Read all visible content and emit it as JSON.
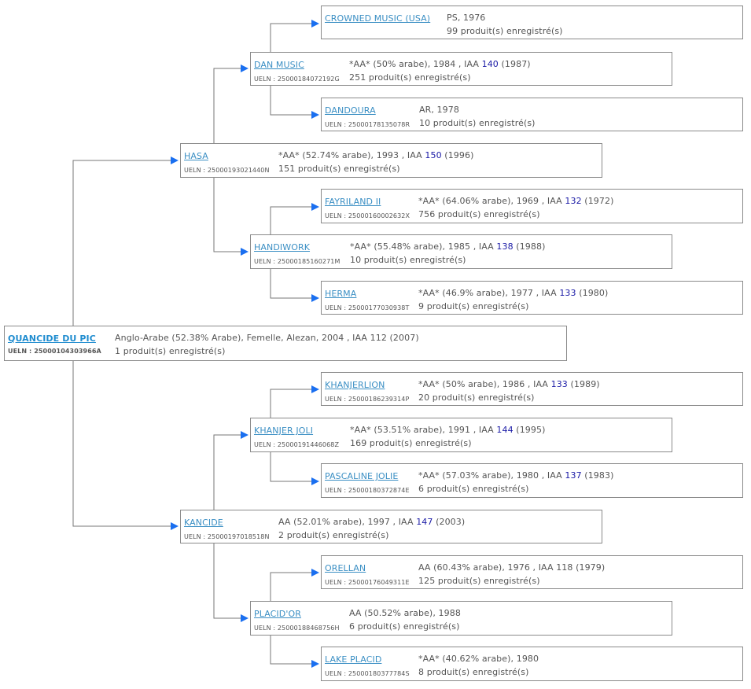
{
  "root": {
    "name": "QUANCIDE DU PIC",
    "ueln": "UELN : 25000104303966A",
    "desc": "Anglo-Arabe (52.38% Arabe), Femelle, Alezan, 2004 , IAA 112 (2007)",
    "products": "1 produit(s) enregistré(s)"
  },
  "hasa": {
    "name": "HASA",
    "ueln": "UELN : 25000193021440N",
    "desc_pre": "*AA* (52.74% arabe), 1993 , IAA ",
    "iaa": "150",
    "desc_post": " (1996)",
    "products": "151 produit(s) enregistré(s)"
  },
  "dan_music": {
    "name": "DAN MUSIC",
    "ueln": "UELN : 25000184072192G",
    "desc_pre": "*AA* (50% arabe), 1984 , IAA ",
    "iaa": "140",
    "desc_post": " (1987)",
    "products": "251 produit(s) enregistré(s)"
  },
  "crowned_music": {
    "name": "CROWNED MUSIC (USA)",
    "ueln": "",
    "desc_pre": "PS, 1976",
    "iaa": "",
    "desc_post": "",
    "products": "99 produit(s) enregistré(s)"
  },
  "dandoura": {
    "name": "DANDOURA",
    "ueln": "UELN : 25000178135078R",
    "desc_pre": "AR, 1978",
    "iaa": "",
    "desc_post": "",
    "products": "10 produit(s) enregistré(s)"
  },
  "handiwork": {
    "name": "HANDIWORK",
    "ueln": "UELN : 25000185160271M",
    "desc_pre": "*AA* (55.48% arabe), 1985 , IAA ",
    "iaa": "138",
    "desc_post": " (1988)",
    "products": "10 produit(s) enregistré(s)"
  },
  "fayriland": {
    "name": "FAYRILAND II",
    "ueln": "UELN : 25000160002632X",
    "desc_pre": "*AA* (64.06% arabe), 1969 , IAA ",
    "iaa": "132",
    "desc_post": " (1972)",
    "products": "756 produit(s) enregistré(s)"
  },
  "herma": {
    "name": "HERMA",
    "ueln": "UELN : 25000177030938T",
    "desc_pre": "*AA* (46.9% arabe), 1977 , IAA ",
    "iaa": "133",
    "desc_post": " (1980)",
    "products": "9 produit(s) enregistré(s)"
  },
  "kancide": {
    "name": "KANCIDE",
    "ueln": "UELN : 25000197018518N",
    "desc_pre": "AA (52.01% arabe), 1997 , IAA ",
    "iaa": "147",
    "desc_post": " (2003)",
    "products": "2 produit(s) enregistré(s)"
  },
  "khanjer_joli": {
    "name": "KHANJER JOLI",
    "ueln": "UELN : 25000191446068Z",
    "desc_pre": "*AA* (53.51% arabe), 1991 , IAA ",
    "iaa": "144",
    "desc_post": " (1995)",
    "products": "169 produit(s) enregistré(s)"
  },
  "khanjerlion": {
    "name": "KHANJERLION",
    "ueln": "UELN : 25000186239314P",
    "desc_pre": "*AA* (50% arabe), 1986 , IAA ",
    "iaa": "133",
    "desc_post": " (1989)",
    "products": "20 produit(s) enregistré(s)"
  },
  "pascaline": {
    "name": "PASCALINE JOLIE",
    "ueln": "UELN : 25000180372874E",
    "desc_pre": "*AA* (57.03% arabe), 1980 , IAA ",
    "iaa": "137",
    "desc_post": " (1983)",
    "products": "6 produit(s) enregistré(s)"
  },
  "placidor": {
    "name": "PLACID'OR",
    "ueln": "UELN : 25000188468756H",
    "desc_pre": "AA (50.52% arabe), 1988",
    "iaa": "",
    "desc_post": "",
    "products": "6 produit(s) enregistré(s)"
  },
  "orellan": {
    "name": "ORELLAN",
    "ueln": "UELN : 25000176049311E",
    "desc_pre": "AA (60.43% arabe), 1976 , IAA 118 (1979)",
    "iaa": "",
    "desc_post": "",
    "products": "125 produit(s) enregistré(s)"
  },
  "lake_placid": {
    "name": "LAKE PLACID",
    "ueln": "UELN : 25000180377784S",
    "desc_pre": "*AA* (40.62% arabe), 1980",
    "iaa": "",
    "desc_post": "",
    "products": "8 produit(s) enregistré(s)"
  },
  "colors": {
    "link": "#3b8fc4",
    "arrow": "#1a6ff0",
    "line": "#777777",
    "iaa": "#1a1aa6",
    "text": "#555555"
  }
}
